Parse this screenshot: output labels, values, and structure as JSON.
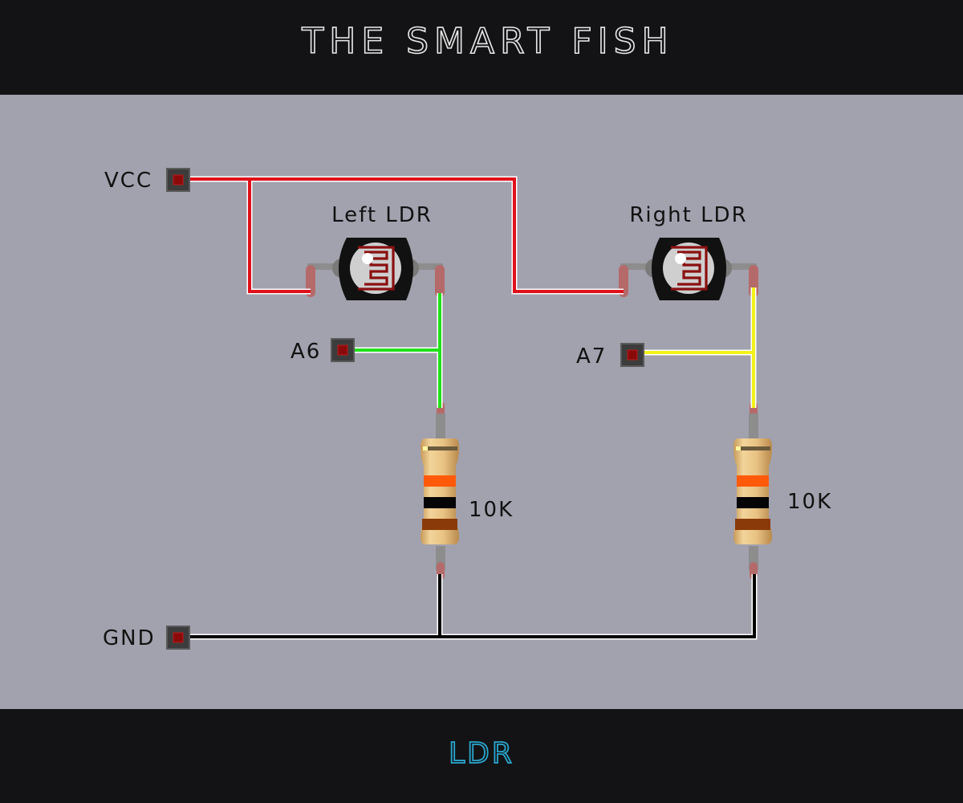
{
  "header": {
    "title": "THE SMART FISH"
  },
  "footer": {
    "title": "LDR"
  },
  "pins": {
    "vcc": "VCC",
    "gnd": "GND",
    "a6": "A6",
    "a7": "A7"
  },
  "components": {
    "left_ldr": "Left LDR",
    "right_ldr": "Right LDR",
    "left_resistor": "10K",
    "right_resistor": "10K"
  },
  "colors": {
    "vcc_wire": "#e0101a",
    "a6_wire": "#22e01a",
    "a7_wire": "#f2f21a",
    "gnd_wire": "#000000",
    "title_outline": "#e8e8e8",
    "footer_outline": "#2aa7cf",
    "background": "#a2a1ae",
    "bar": "#131315"
  }
}
